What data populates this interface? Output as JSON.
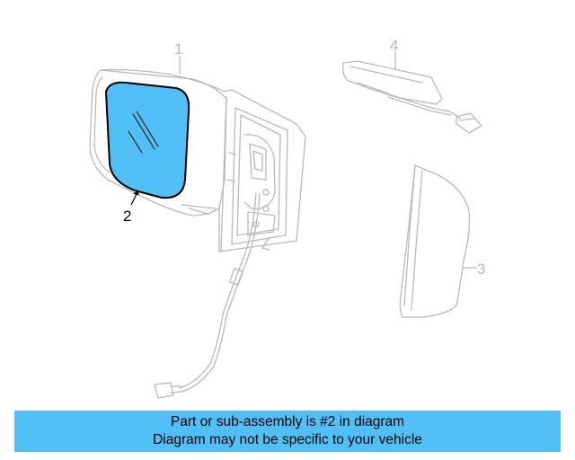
{
  "diagram": {
    "highlight_color": "#4fbff5",
    "line_color": "#b9b9b9",
    "callouts": [
      {
        "id": "1",
        "label": "1"
      },
      {
        "id": "2",
        "label": "2",
        "highlighted": true
      },
      {
        "id": "3",
        "label": "3"
      },
      {
        "id": "4",
        "label": "4"
      }
    ]
  },
  "banner": {
    "line1": "Part or sub-assembly is #2 in diagram",
    "line2": "Diagram may not be specific to your vehicle",
    "background": "#4fbff5"
  }
}
